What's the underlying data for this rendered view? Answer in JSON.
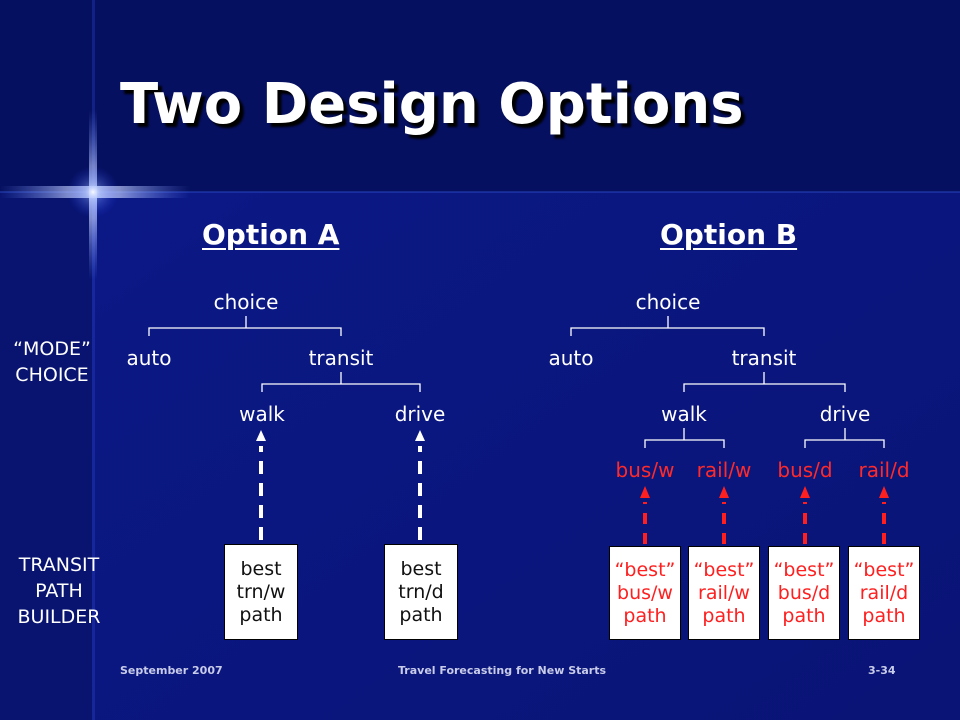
{
  "title": "Two Design Options",
  "option_a": {
    "heading": "Option A",
    "root": "choice",
    "level1": [
      "auto",
      "transit"
    ],
    "level2": [
      "walk",
      "drive"
    ],
    "paths": [
      {
        "lines": [
          "best",
          "trn/w",
          "path"
        ]
      },
      {
        "lines": [
          "best",
          "trn/d",
          "path"
        ]
      }
    ]
  },
  "option_b": {
    "heading": "Option B",
    "root": "choice",
    "level1": [
      "auto",
      "transit"
    ],
    "level2": [
      "walk",
      "drive"
    ],
    "level3": [
      "bus/w",
      "rail/w",
      "bus/d",
      "rail/d"
    ],
    "paths": [
      {
        "lines": [
          "“best”",
          "bus/w",
          "path"
        ]
      },
      {
        "lines": [
          "“best”",
          "rail/w",
          "path"
        ]
      },
      {
        "lines": [
          "“best”",
          "bus/d",
          "path"
        ]
      },
      {
        "lines": [
          "“best”",
          "rail/d",
          "path"
        ]
      }
    ]
  },
  "side_labels": {
    "mode_choice": [
      "“MODE”",
      "CHOICE"
    ],
    "transit_path_builder": [
      "TRANSIT",
      "PATH",
      "BUILDER"
    ]
  },
  "footer": {
    "date": "September 2007",
    "center": "Travel Forecasting for New Starts",
    "page": "3-34"
  },
  "colors": {
    "background": "#0a1880",
    "header_band": "#061060",
    "left_band": "#081470",
    "text": "#ffffff",
    "highlight": "#ff2a2a"
  }
}
